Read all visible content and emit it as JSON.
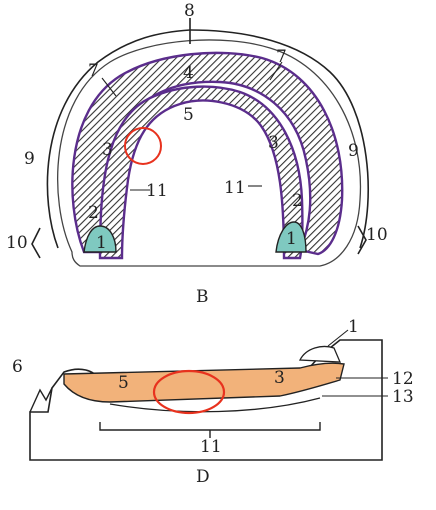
{
  "figures": {
    "top": {
      "caption": "B",
      "labels": {
        "l8": "8",
        "l7_left": "7",
        "l7_right": "7",
        "l4": "4",
        "l5": "5",
        "l3_left": "3",
        "l3_right": "3",
        "l9_left": "9",
        "l9_right": "9",
        "l11_left": "11",
        "l11_right": "11",
        "l2_left": "2",
        "l2_right": "2",
        "l1_left": "1",
        "l1_right": "1",
        "l10_left": "10",
        "l10_right": "10"
      }
    },
    "bottom": {
      "caption": "D",
      "labels": {
        "l1": "1",
        "l6": "6",
        "l5": "5",
        "l3": "3",
        "l12": "12",
        "l13": "13",
        "l11": "11"
      }
    }
  },
  "colors": {
    "outline": "#222222",
    "arch_purple": "#5b2d8c",
    "hatch": "#333333",
    "pad_teal": "#7fc9c0",
    "flesh_orange": "#f2b27a",
    "highlight_red": "#e8321e"
  }
}
